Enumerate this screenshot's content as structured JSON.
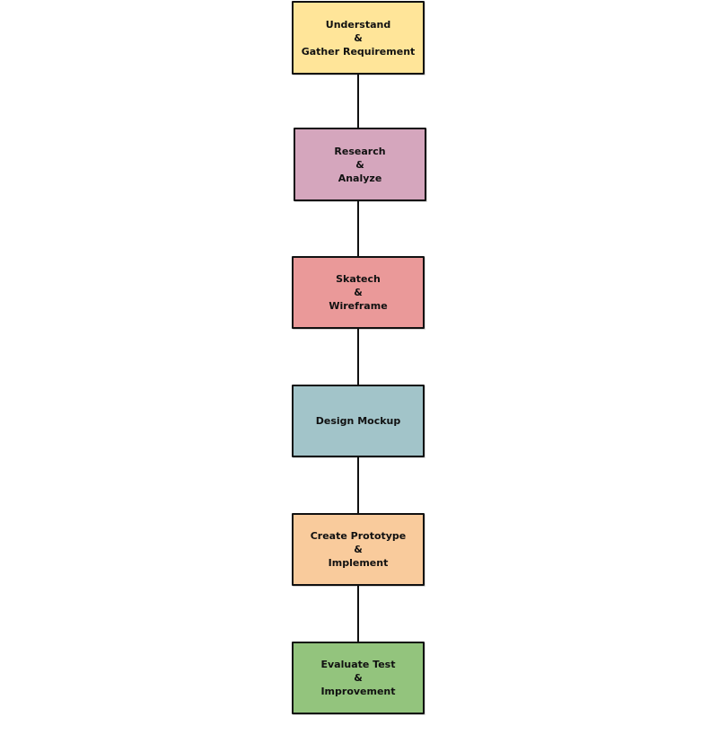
{
  "steps": [
    {
      "lines": [
        "Understand",
        "&",
        "Gather Requirement"
      ],
      "color": "#ffe599"
    },
    {
      "lines": [
        "Research",
        "&",
        "Analyze"
      ],
      "color": "#d5a6bd"
    },
    {
      "lines": [
        "Skatech",
        "&",
        "Wireframe"
      ],
      "color": "#ea9999"
    },
    {
      "lines": [
        "Design Mockup"
      ],
      "color": "#a2c4c9"
    },
    {
      "lines": [
        "Create Prototype",
        "&",
        "Implement"
      ],
      "color": "#f9cb9c"
    },
    {
      "lines": [
        "Evaluate Test",
        "&",
        "Improvement"
      ],
      "color": "#93c47d"
    }
  ]
}
